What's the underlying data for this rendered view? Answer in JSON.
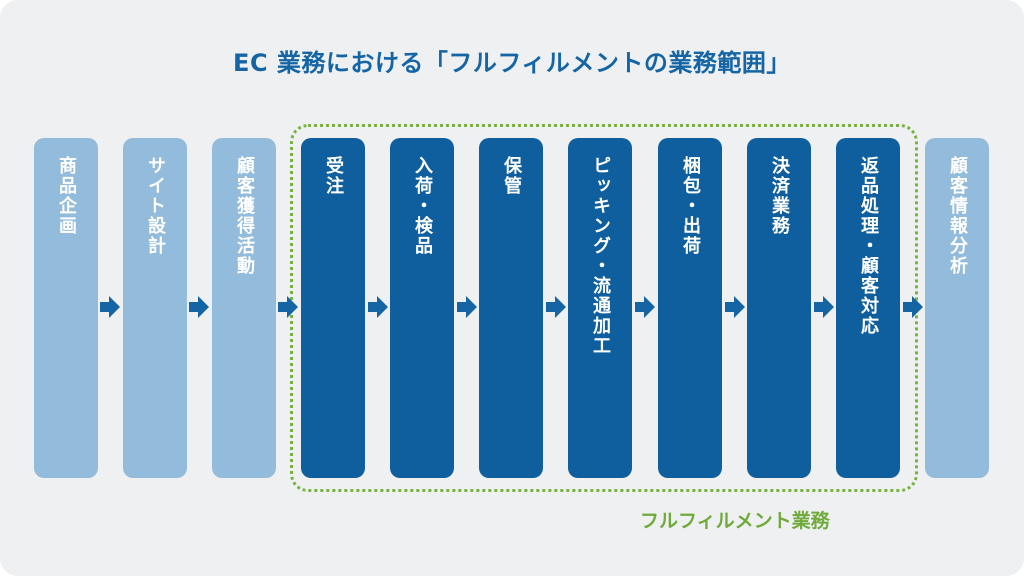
{
  "title": "EC 業務における「フルフィルメントの業務範囲」",
  "scope_label": "フルフィルメント業務",
  "colors": {
    "background": "#eef0f2",
    "title": "#1565a5",
    "step_light": "#93bbdb",
    "step_dark": "#0f5f9e",
    "arrow": "#1565a5",
    "scope_border": "#7ab241",
    "scope_label": "#6faa3a"
  },
  "steps": [
    {
      "label": "商品企画",
      "in_scope": false
    },
    {
      "label": "サイト設計",
      "in_scope": false
    },
    {
      "label": "顧客獲得活動",
      "in_scope": false
    },
    {
      "label": "受注",
      "in_scope": true
    },
    {
      "label": "入荷・検品",
      "in_scope": true
    },
    {
      "label": "保管",
      "in_scope": true
    },
    {
      "label": "ピッキング・流通加工",
      "in_scope": true
    },
    {
      "label": "梱包・出荷",
      "in_scope": true
    },
    {
      "label": "決済業務",
      "in_scope": true
    },
    {
      "label": "返品処理・顧客対応",
      "in_scope": true
    },
    {
      "label": "顧客情報分析",
      "in_scope": false
    }
  ]
}
